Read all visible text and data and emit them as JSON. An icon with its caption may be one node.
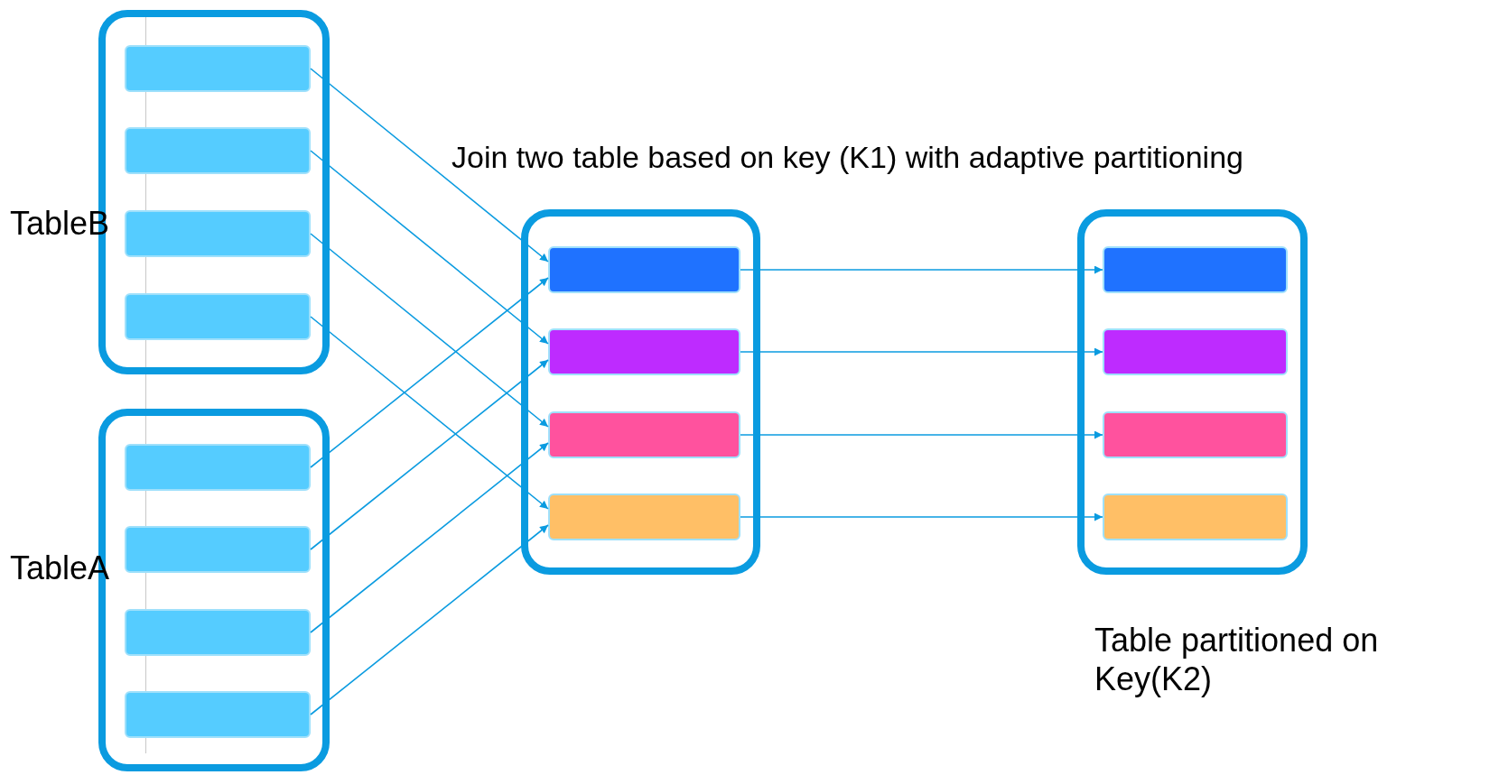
{
  "diagram": {
    "title": "Join two table based on key (K1) with adaptive partitioning",
    "nodes": [
      {
        "text": [],
        "shape": "box",
        "beside": [
          "TableB"
        ]
      },
      {
        "text": [],
        "shape": "box",
        "in": 0
      },
      {
        "text": [],
        "shape": "box",
        "in": 0
      },
      {
        "text": [],
        "shape": "box",
        "in": 0
      },
      {
        "text": [],
        "shape": "box",
        "in": 0
      },
      {
        "text": [],
        "shape": "box",
        "beside": [
          "TableA"
        ]
      },
      {
        "text": [],
        "shape": "box",
        "in": 5
      },
      {
        "text": [],
        "shape": "box",
        "in": 5
      },
      {
        "text": [],
        "shape": "box",
        "in": 5
      },
      {
        "text": [],
        "shape": "box",
        "in": 5
      },
      {
        "text": [],
        "shape": "box"
      },
      {
        "text": [],
        "shape": "box",
        "in": 10
      },
      {
        "text": [],
        "shape": "box",
        "in": 10
      },
      {
        "text": [],
        "shape": "box",
        "in": 10
      },
      {
        "text": [],
        "shape": "box",
        "in": 10
      },
      {
        "text": [],
        "shape": "box",
        "beside": [
          "Table partitioned on Key(K2)"
        ]
      },
      {
        "text": [],
        "shape": "box",
        "in": 15
      },
      {
        "text": [],
        "shape": "box",
        "in": 15
      },
      {
        "text": [],
        "shape": "box",
        "in": 15
      },
      {
        "text": [],
        "shape": "box",
        "in": 15
      }
    ],
    "edges": [
      {
        "from": 1,
        "to": 11,
        "arrow": "to"
      },
      {
        "from": 2,
        "to": 12,
        "arrow": "to"
      },
      {
        "from": 3,
        "to": 13,
        "arrow": "to"
      },
      {
        "from": 4,
        "to": 14,
        "arrow": "to"
      },
      {
        "from": 6,
        "to": 11,
        "arrow": "to"
      },
      {
        "from": 7,
        "to": 12,
        "arrow": "to"
      },
      {
        "from": 8,
        "to": 13,
        "arrow": "to"
      },
      {
        "from": 9,
        "to": 14,
        "arrow": "to"
      },
      {
        "from": 11,
        "to": 16,
        "arrow": "to"
      },
      {
        "from": 12,
        "to": 17,
        "arrow": "to"
      },
      {
        "from": 13,
        "to": 18,
        "arrow": "to"
      },
      {
        "from": 14,
        "to": 19,
        "arrow": "to"
      }
    ]
  }
}
